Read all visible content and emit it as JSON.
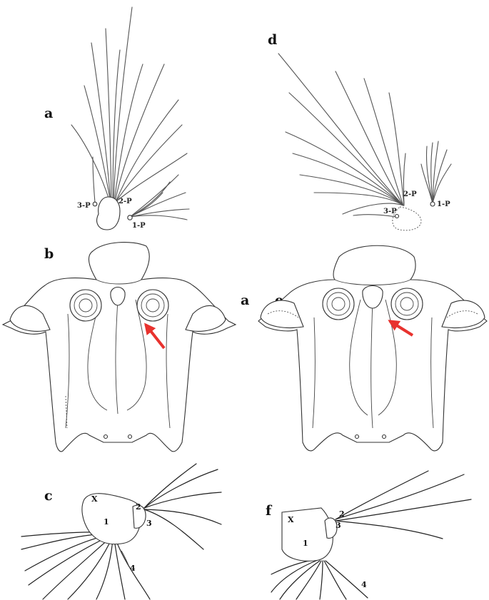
{
  "panels": {
    "a": {
      "label": "a",
      "setae": [
        "3-P",
        "2-P",
        "1-P"
      ]
    },
    "b": {
      "label": "b"
    },
    "c": {
      "label": "c",
      "marks": [
        "X",
        "1",
        "2",
        "3",
        "4"
      ]
    },
    "d": {
      "label": "d",
      "setae": [
        "2-P",
        "3-P",
        "1-P"
      ]
    },
    "e": {
      "label": "e",
      "side_label": "a"
    },
    "f": {
      "label": "f",
      "marks": [
        "X",
        "1",
        "2",
        "3",
        "4"
      ]
    }
  },
  "colors": {
    "arrow": "#e8322e",
    "line": "#333333"
  }
}
